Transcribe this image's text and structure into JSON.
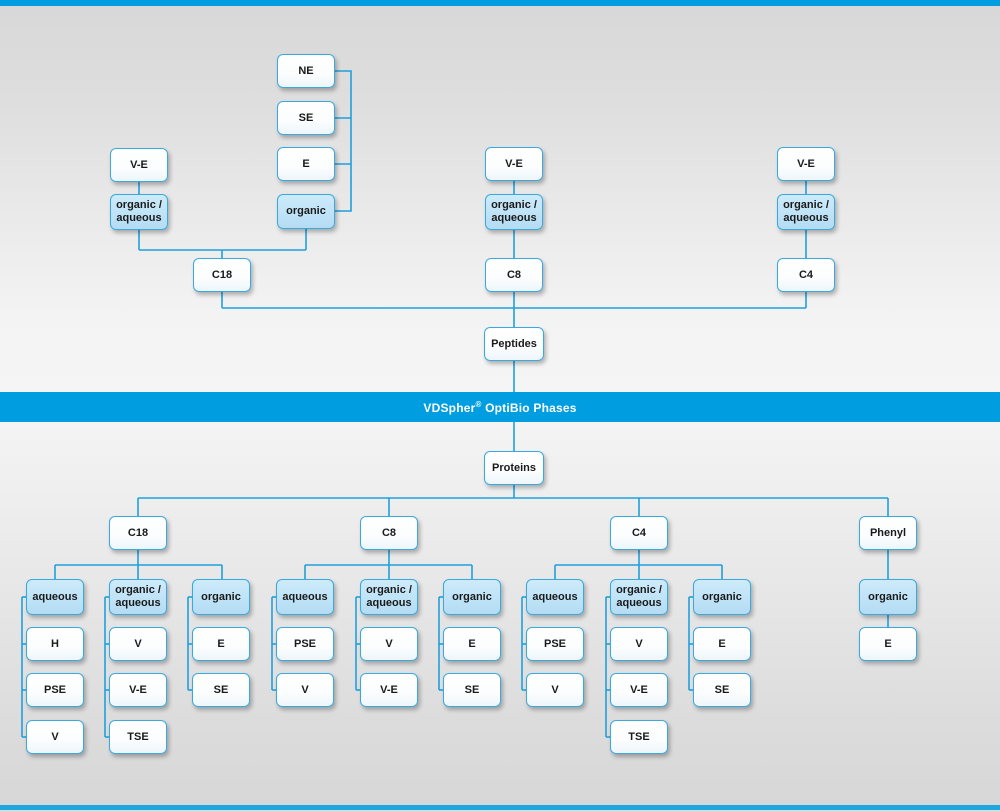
{
  "banner": {
    "brand": "VDSpher",
    "registered": "®",
    "suffix": " OptiBio Phases"
  },
  "colors": {
    "accent": "#009ee0",
    "line": "#1fa0dc",
    "node_border": "#3aa9de",
    "node_fill_light": "#b4dcf4",
    "node_fill_white": "#ffffff",
    "background": "#e3e3e3",
    "banner_text": "#ffffff"
  },
  "chart_data": {
    "type": "diagram",
    "title": "VDSpher® OptiBio Phases",
    "nodes": [
      {
        "id": "t_ne",
        "label": "NE",
        "style": "plain"
      },
      {
        "id": "t_se",
        "label": "SE",
        "style": "plain"
      },
      {
        "id": "t_e",
        "label": "E",
        "style": "plain"
      },
      {
        "id": "t_organic",
        "label": "organic",
        "style": "fill"
      },
      {
        "id": "t_ve1",
        "label": "V-E",
        "style": "plain"
      },
      {
        "id": "t_oa1",
        "label": "organic / aqueous",
        "style": "fill"
      },
      {
        "id": "c18_top",
        "label": "C18",
        "style": "plain"
      },
      {
        "id": "t_ve2",
        "label": "V-E",
        "style": "plain"
      },
      {
        "id": "t_oa2",
        "label": "organic / aqueous",
        "style": "fill"
      },
      {
        "id": "c8_top",
        "label": "C8",
        "style": "plain"
      },
      {
        "id": "t_ve3",
        "label": "V-E",
        "style": "plain"
      },
      {
        "id": "t_oa3",
        "label": "organic / aqueous",
        "style": "fill"
      },
      {
        "id": "c4_top",
        "label": "C4",
        "style": "plain"
      },
      {
        "id": "peptides",
        "label": "Peptides",
        "style": "plain"
      },
      {
        "id": "proteins",
        "label": "Proteins",
        "style": "plain"
      },
      {
        "id": "b_c18",
        "label": "C18",
        "style": "plain"
      },
      {
        "id": "b_c8",
        "label": "C8",
        "style": "plain"
      },
      {
        "id": "b_c4",
        "label": "C4",
        "style": "plain"
      },
      {
        "id": "b_phenyl",
        "label": "Phenyl",
        "style": "plain"
      }
    ],
    "peptides_branches": [
      {
        "phase": "C18",
        "modes": [
          {
            "mode": "organic / aqueous",
            "items": [
              "V-E"
            ]
          },
          {
            "mode": "organic",
            "items": [
              "NE",
              "SE",
              "E"
            ]
          }
        ]
      },
      {
        "phase": "C8",
        "modes": [
          {
            "mode": "organic / aqueous",
            "items": [
              "V-E"
            ]
          }
        ]
      },
      {
        "phase": "C4",
        "modes": [
          {
            "mode": "organic / aqueous",
            "items": [
              "V-E"
            ]
          }
        ]
      }
    ],
    "proteins_branches": [
      {
        "phase": "C18",
        "modes": [
          {
            "mode": "aqueous",
            "items": [
              "H",
              "PSE",
              "V"
            ]
          },
          {
            "mode": "organic / aqueous",
            "items": [
              "V",
              "V-E",
              "TSE"
            ]
          },
          {
            "mode": "organic",
            "items": [
              "E",
              "SE"
            ]
          }
        ]
      },
      {
        "phase": "C8",
        "modes": [
          {
            "mode": "aqueous",
            "items": [
              "PSE",
              "V"
            ]
          },
          {
            "mode": "organic / aqueous",
            "items": [
              "V",
              "V-E"
            ]
          },
          {
            "mode": "organic",
            "items": [
              "E",
              "SE"
            ]
          }
        ]
      },
      {
        "phase": "C4",
        "modes": [
          {
            "mode": "aqueous",
            "items": [
              "PSE",
              "V"
            ]
          },
          {
            "mode": "organic / aqueous",
            "items": [
              "V",
              "V-E",
              "TSE"
            ]
          },
          {
            "mode": "organic",
            "items": [
              "E",
              "SE"
            ]
          }
        ]
      },
      {
        "phase": "Phenyl",
        "modes": [
          {
            "mode": "organic",
            "items": [
              "E"
            ]
          }
        ]
      }
    ]
  },
  "labels": {
    "top": {
      "ne": "NE",
      "se": "SE",
      "e": "E",
      "organic": "organic",
      "ve1": "V-E",
      "oa1_line1": "organic /",
      "oa1_line2": "aqueous",
      "c18": "C18",
      "ve2": "V-E",
      "oa2_line1": "organic /",
      "oa2_line2": "aqueous",
      "c8": "C8",
      "ve3": "V-E",
      "oa3_line1": "organic /",
      "oa3_line2": "aqueous",
      "c4": "C4",
      "peptides": "Peptides"
    },
    "bottom": {
      "proteins": "Proteins",
      "c18": "C18",
      "c8": "C8",
      "c4": "C4",
      "phenyl": "Phenyl",
      "aqueous": "aqueous",
      "oa_line1": "organic /",
      "oa_line2": "aqueous",
      "organic": "organic",
      "c18_aq": [
        "H",
        "PSE",
        "V"
      ],
      "c18_oa": [
        "V",
        "V-E",
        "TSE"
      ],
      "c18_or": [
        "E",
        "SE"
      ],
      "c8_aq": [
        "PSE",
        "V"
      ],
      "c8_oa": [
        "V",
        "V-E"
      ],
      "c8_or": [
        "E",
        "SE"
      ],
      "c4_aq": [
        "PSE",
        "V"
      ],
      "c4_oa": [
        "V",
        "V-E",
        "TSE"
      ],
      "c4_or": [
        "E",
        "SE"
      ],
      "phenyl_or": [
        "E"
      ]
    }
  }
}
